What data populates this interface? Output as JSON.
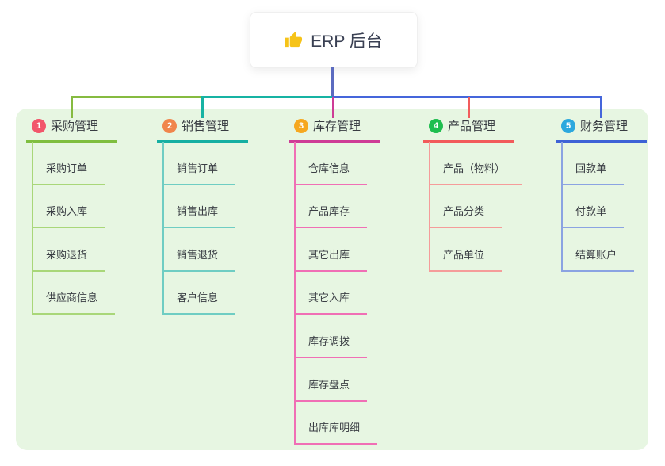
{
  "root": {
    "title": "ERP 后台",
    "icon": "thumbs-up-icon",
    "icon_color": "#F6C318"
  },
  "colors": {
    "page_bg": "#FFFFFF",
    "panel_bg": "#E7F6E2",
    "trunk": "#5B6BC0"
  },
  "branches": [
    {
      "index": "1",
      "label": "采购管理",
      "colors": {
        "badge": "#F2566B",
        "connector": "#86BB40",
        "underline": "#7FBE3F",
        "item_line": "#A9D779"
      },
      "items": [
        "采购订单",
        "采购入库",
        "采购退货",
        "供应商信息"
      ]
    },
    {
      "index": "2",
      "label": "销售管理",
      "colors": {
        "badge": "#F0854C",
        "connector": "#17B3A3",
        "underline": "#16AFA2",
        "item_line": "#6FCDC3"
      },
      "items": [
        "销售订单",
        "销售出库",
        "销售退货",
        "客户信息"
      ]
    },
    {
      "index": "3",
      "label": "库存管理",
      "colors": {
        "badge": "#F6A81F",
        "connector": "#CE3C96",
        "underline": "#CE3C96",
        "item_line": "#F06FB5"
      },
      "items": [
        "仓库信息",
        "产品库存",
        "其它出库",
        "其它入库",
        "库存调拨",
        "库存盘点",
        "出库库明细"
      ]
    },
    {
      "index": "4",
      "label": "产品管理",
      "colors": {
        "badge": "#1FBE4F",
        "connector": "#F25C5C",
        "underline": "#F25B5B",
        "item_line": "#F59C9A"
      },
      "items": [
        "产品（物料）",
        "产品分类",
        "产品单位"
      ]
    },
    {
      "index": "5",
      "label": "财务管理",
      "colors": {
        "badge": "#2CA8DE",
        "connector": "#4566DB",
        "underline": "#3E62D6",
        "item_line": "#8BA3E2"
      },
      "items": [
        "回款单",
        "付款单",
        "结算账户"
      ]
    }
  ]
}
